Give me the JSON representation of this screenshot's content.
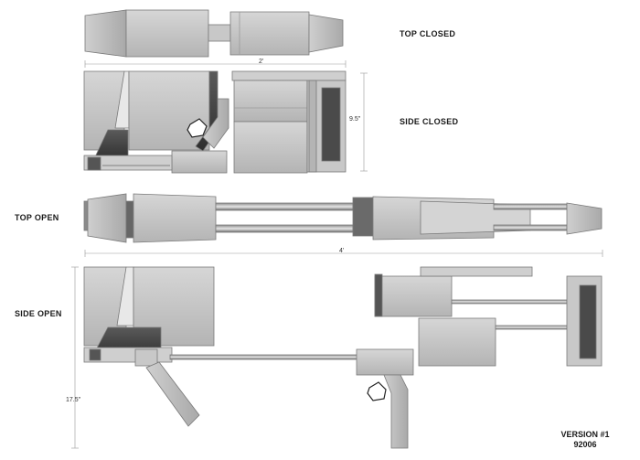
{
  "views": {
    "top_closed": "TOP CLOSED",
    "side_closed": "SIDE CLOSED",
    "top_open": "TOP OPEN",
    "side_open": "SIDE OPEN"
  },
  "dimensions": {
    "closed_length": "2'",
    "closed_height": "9.5\"",
    "open_length": "4'",
    "open_height": "17.5\""
  },
  "version": {
    "label": "VERSION #1",
    "number": "92006"
  },
  "colors": {
    "body": "#bdbdbd",
    "light": "#d2d2d2",
    "dark": "#4a4a4a",
    "outline": "#7a7a7a",
    "dim_line": "#999999"
  }
}
